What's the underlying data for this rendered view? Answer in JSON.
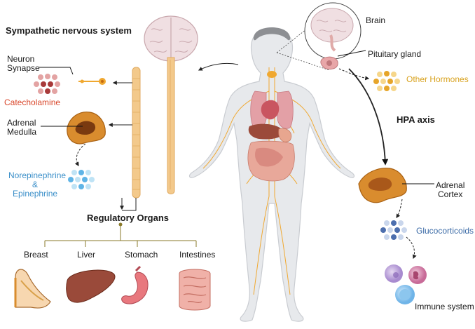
{
  "labels": {
    "sympathetic_title": "Sympathetic nervous system",
    "neuron": "Neuron",
    "synapse": "Synapse",
    "catecholamine": "Catecholamine",
    "adrenal": "Adrenal",
    "medulla": "Medulla",
    "norepinephrine": "Norepinephrine",
    "amp": "&",
    "epinephrine": "Epinephrine",
    "regulatory_organs": "Regulatory Organs",
    "breast": "Breast",
    "liver": "Liver",
    "stomach": "Stomach",
    "intestines": "Intestines",
    "brain": "Brain",
    "pituitary": "Pituitary gland",
    "other_hormones": "Other Hormones",
    "hpa_axis": "HPA axis",
    "adrenal_right": "Adrenal",
    "cortex": "Cortex",
    "glucocorticoids": "Glucocorticoids",
    "immune": "Immune system"
  },
  "colors": {
    "text": "#1a1a1a",
    "catecholamine": "#d9472b",
    "hormone_blue": "#3a8fc9",
    "other_hormones": "#d9a320",
    "glucocorticoids": "#3a6aa6",
    "spine": "#f3c98b",
    "nerve": "#f0a830",
    "adrenal": "#d98c2e",
    "body": "#e7e9ec"
  },
  "icons": [
    "brain-icon",
    "spinal-cord-icon",
    "neuron-icon",
    "adrenal-medulla-icon",
    "adrenal-cortex-icon",
    "pituitary-icon",
    "breast-icon",
    "liver-icon",
    "stomach-icon",
    "intestines-icon",
    "immune-cells-icon",
    "human-body-icon"
  ]
}
